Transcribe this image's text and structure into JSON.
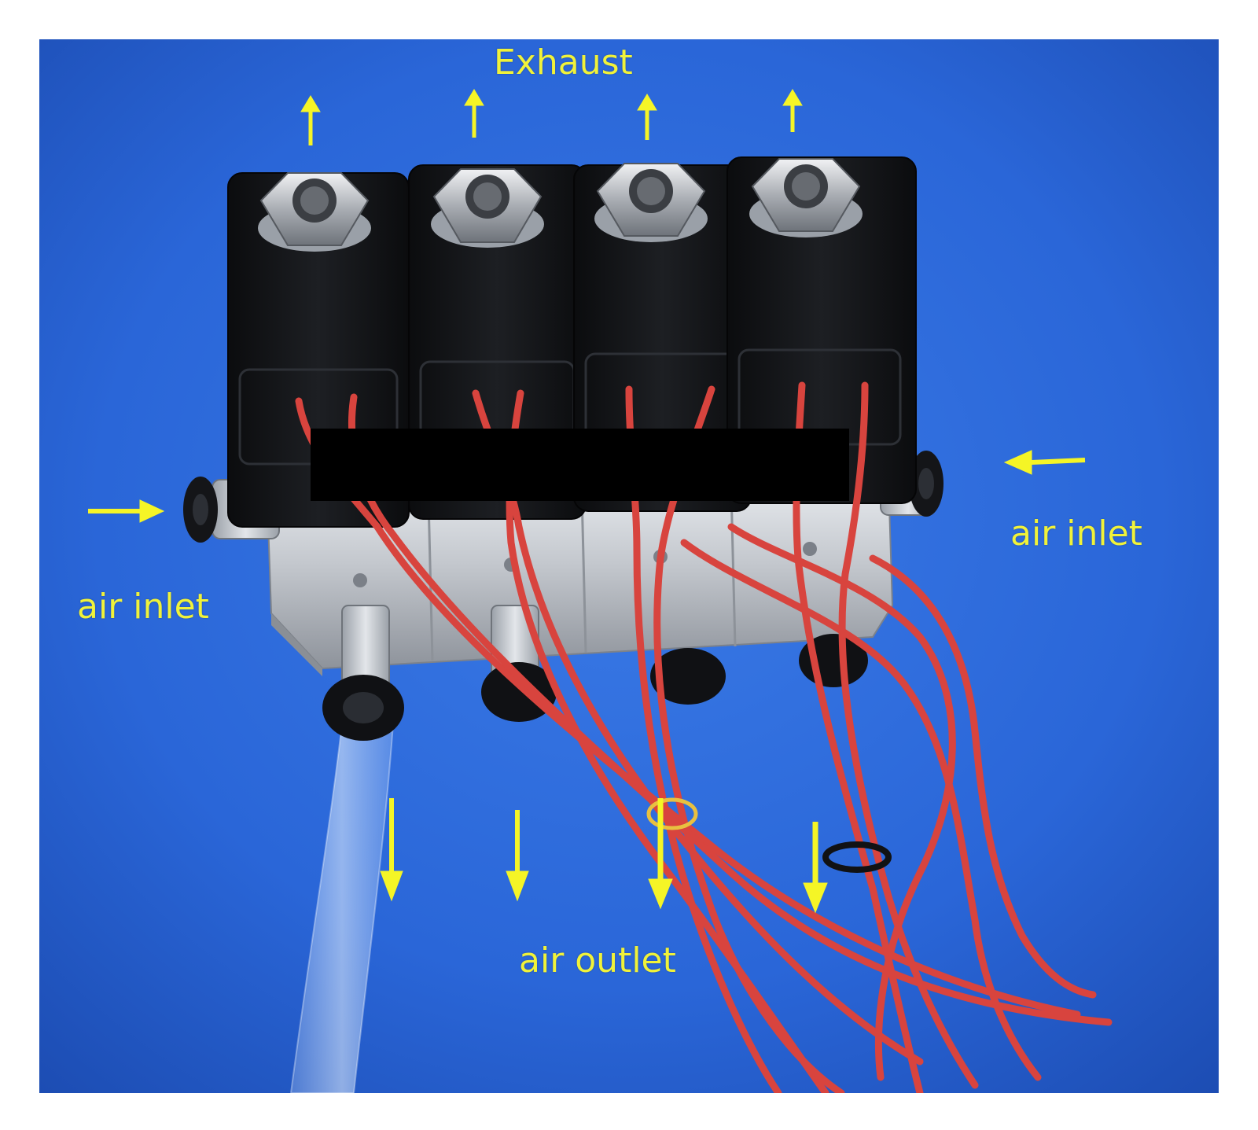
{
  "labels": {
    "exhaust": "Exhaust",
    "air_inlet_left": "air inlet",
    "air_inlet_right": "air inlet",
    "air_outlet": "air outlet"
  },
  "colors": {
    "background_blue": "#2a66d8",
    "arrow_yellow": "#f5f526",
    "label_yellow": "#f0f23a",
    "coil_black": "#121316",
    "manifold_silver": "#c9ccd1",
    "wire_red": "#d8443e",
    "redaction_black": "#000000"
  },
  "icons": {
    "arrow": "yellow-arrow",
    "nut": "hex-nut",
    "fitting": "push-in-fitting"
  },
  "valve_count": 4
}
